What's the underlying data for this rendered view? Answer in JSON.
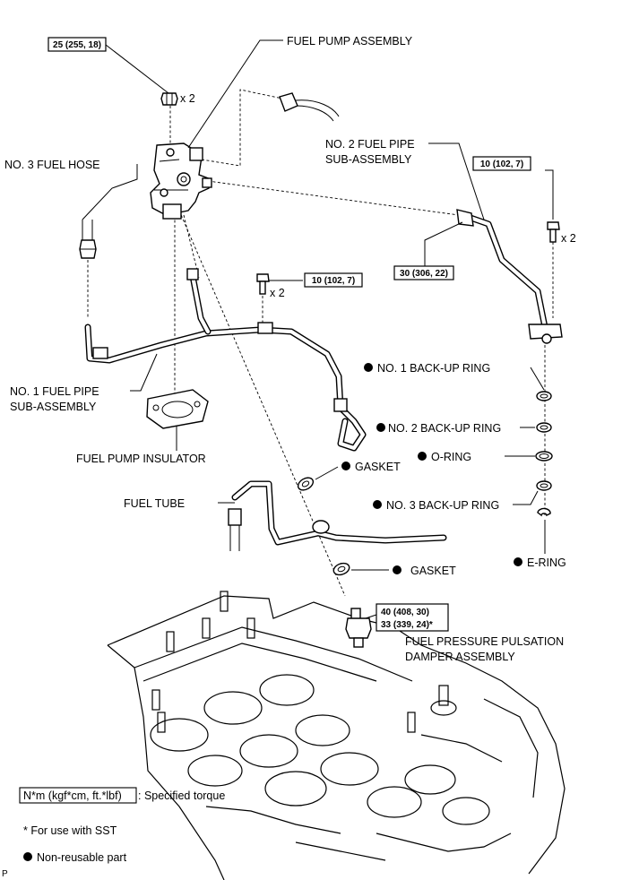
{
  "labels": {
    "fuel_pump_assembly": "FUEL PUMP ASSEMBLY",
    "no3_fuel_hose": "NO. 3 FUEL HOSE",
    "no2_fuel_pipe_l1": "NO. 2 FUEL PIPE",
    "no2_fuel_pipe_l2": "SUB-ASSEMBLY",
    "no1_fuel_pipe_l1": "NO. 1 FUEL PIPE",
    "no1_fuel_pipe_l2": "SUB-ASSEMBLY",
    "fuel_pump_insulator": "FUEL PUMP INSULATOR",
    "fuel_tube": "FUEL TUBE",
    "gasket_upper": "GASKET",
    "gasket_lower": "GASKET",
    "no1_backup_ring": "NO. 1 BACK-UP RING",
    "no2_backup_ring": "NO. 2 BACK-UP RING",
    "o_ring": "O-RING",
    "no3_backup_ring": "NO. 3 BACK-UP RING",
    "e_ring": "E-RING",
    "damper_l1": "FUEL PRESSURE PULSATION",
    "damper_l2": "DAMPER ASSEMBLY",
    "qty_nut": "x 2",
    "qty_bolt_center": "x 2",
    "qty_bolt_right": "x 2"
  },
  "torques": {
    "pump_nut": "25 (255, 18)",
    "pipe2_bolt": "10 (102, 7)",
    "pipe1_bolt": "10 (102, 7)",
    "pipe2_union": "30 (306, 22)",
    "damper_l1": "40 (408, 30)",
    "damper_l2": "33 (339, 24)*"
  },
  "legend": {
    "torque_box": "N*m (kgf*cm, ft.*lbf)",
    "torque_desc": ": Specified torque",
    "sst_note": "* For use with SST",
    "nonreusable": "Non-reusable part",
    "corner_mark": "P"
  }
}
